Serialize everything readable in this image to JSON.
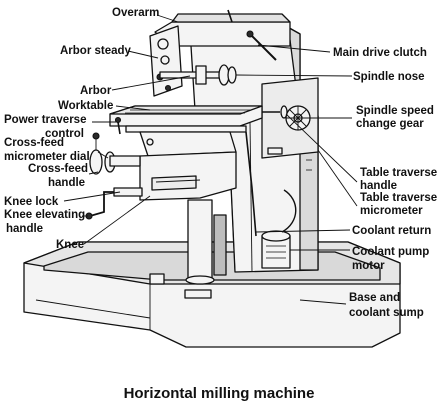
{
  "labels": {
    "overarm": "Overarm",
    "arbor_steady": "Arbor steady",
    "main_drive_clutch": "Main drive clutch",
    "arbor": "Arbor",
    "spindle_nose": "Spindle nose",
    "worktable": "Worktable",
    "power_traverse_1": "Power traverse",
    "power_traverse_2": "control",
    "spindle_speed_1": "Spindle speed",
    "spindle_speed_2": "change gear",
    "cross_feed_dial_1": "Cross-feed",
    "cross_feed_dial_2": "micrometer dial",
    "cross_feed_handle_1": "Cross-feed",
    "cross_feed_handle_2": "handle",
    "table_traverse_handle_1": "Table traverse",
    "table_traverse_handle_2": "handle",
    "knee_lock": "Knee lock",
    "table_traverse_micrometer_1": "Table traverse",
    "table_traverse_micrometer_2": "micrometer",
    "knee_elevating_1": "Knee elevating",
    "knee_elevating_2": "handle",
    "coolant_return": "Coolant return",
    "coolant_pump_1": "Coolant pump",
    "coolant_pump_2": "motor",
    "knee": "Knee",
    "base_sump_1": "Base and",
    "base_sump_2": "coolant sump"
  },
  "caption": "Horizontal milling machine"
}
